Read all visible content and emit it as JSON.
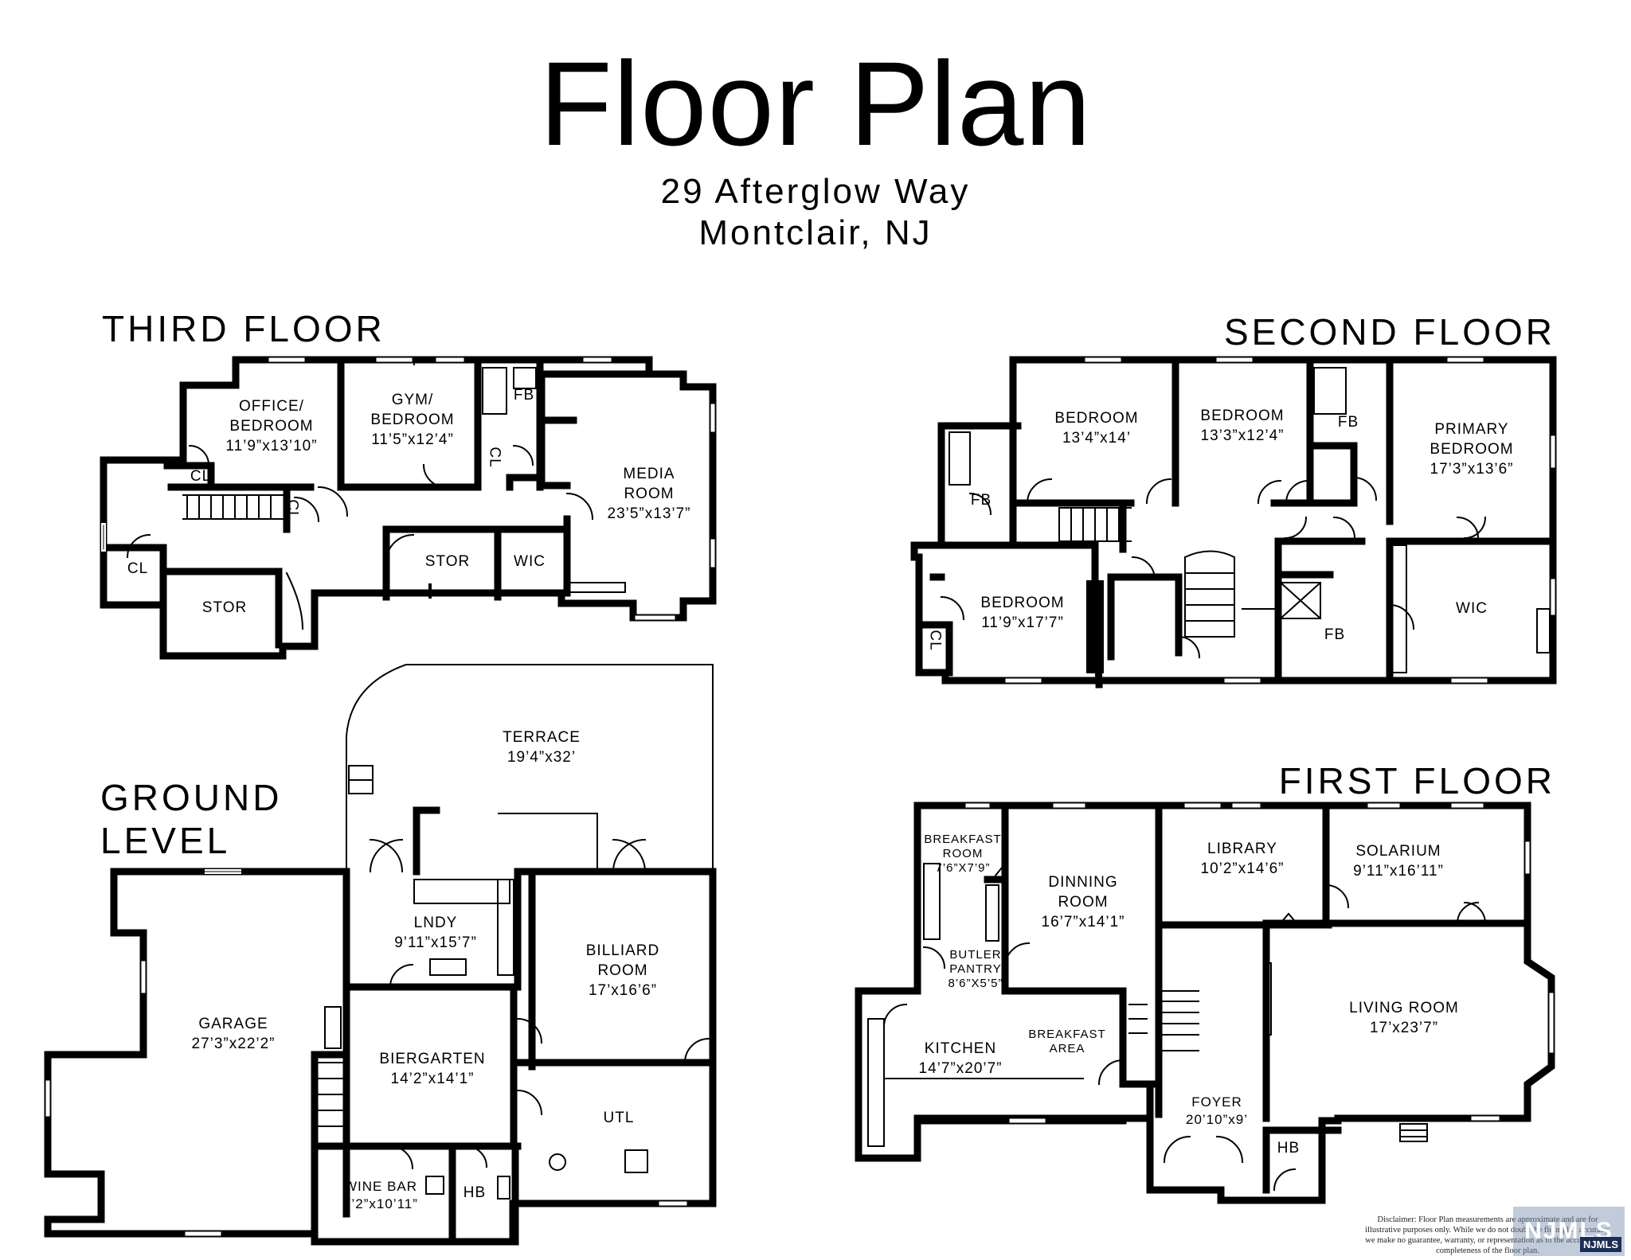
{
  "header": {
    "title": "Floor Plan",
    "address_line1": "29 Afterglow Way",
    "address_line2": "Montclair, NJ"
  },
  "floors": {
    "third": {
      "label": "THIRD FLOOR",
      "rooms": {
        "office": {
          "name": "OFFICE/\nBEDROOM",
          "size": "11’9”x13’10”"
        },
        "gym": {
          "name": "GYM/\nBEDROOM",
          "size": "11’5”x12’4”"
        },
        "fb": {
          "name": "FB"
        },
        "cl1": {
          "name": "CL"
        },
        "cl2": {
          "name": "CL"
        },
        "cl3": {
          "name": "CL"
        },
        "cl4": {
          "name": "CL"
        },
        "media": {
          "name": "MEDIA\nROOM",
          "size": "23’5”x13’7”"
        },
        "stor1": {
          "name": "STOR"
        },
        "wic": {
          "name": "WIC"
        },
        "stor2": {
          "name": "STOR"
        }
      }
    },
    "second": {
      "label": "SECOND FLOOR",
      "rooms": {
        "bedroom1": {
          "name": "BEDROOM",
          "size": "13’4”x14’"
        },
        "bedroom2": {
          "name": "BEDROOM",
          "size": "13’3”x12’4”"
        },
        "fb1": {
          "name": "FB"
        },
        "primary": {
          "name": "PRIMARY\nBEDROOM",
          "size": "17’3”x13’6”"
        },
        "fb2": {
          "name": "FB"
        },
        "bedroom3": {
          "name": "BEDROOM",
          "size": "11’9”x17’7”"
        },
        "cl": {
          "name": "CL"
        },
        "fb3": {
          "name": "FB"
        },
        "wic": {
          "name": "WIC"
        }
      }
    },
    "ground": {
      "label_line1": "GROUND",
      "label_line2": "LEVEL",
      "rooms": {
        "terrace": {
          "name": "TERRACE",
          "size": "19’4”x32’"
        },
        "lndy": {
          "name": "LNDY",
          "size": "9’11”x15’7”"
        },
        "billiard": {
          "name": "BILLIARD\nROOM",
          "size": "17’x16’6”"
        },
        "garage": {
          "name": "GARAGE",
          "size": "27’3”x22’2”"
        },
        "biergarten": {
          "name": "BIERGARTEN",
          "size": "14’2”x14’1”"
        },
        "utl": {
          "name": "UTL"
        },
        "winebar": {
          "name": "WINE BAR",
          "size": "7’2”x10’11”"
        },
        "hb": {
          "name": "HB"
        }
      }
    },
    "first": {
      "label": "FIRST FLOOR",
      "rooms": {
        "breakfast_room": {
          "name": "BREAKFAST\nROOM",
          "size": "7’6”X7’9”"
        },
        "dinning": {
          "name": "DINNING\nROOM",
          "size": "16’7”x14’1”"
        },
        "library": {
          "name": "LIBRARY",
          "size": "10’2”x14’6”"
        },
        "solarium": {
          "name": "SOLARIUM",
          "size": "9’11”x16’11”"
        },
        "butler": {
          "name": "BUTLER\nPANTRY",
          "size": "8’6”X5’5”"
        },
        "breakfast_area": {
          "name": "BREAKFAST\nAREA"
        },
        "kitchen": {
          "name": "KITCHEN",
          "size": "14’7”x20’7”"
        },
        "living": {
          "name": "LIVING ROOM",
          "size": "17’x23’7”"
        },
        "foyer": {
          "name": "FOYER",
          "size": "20’10”x9’"
        },
        "hb": {
          "name": "HB"
        }
      }
    }
  },
  "disclaimer": "Disclaimer: Floor Plan measurements are approximate and are for illustrative purposes only. While we do not doubt the floor plan accuracy, we make no guarantee, warranty, or representation as to the accuracy and completeness of the floor plan.",
  "watermark": "NJMLS",
  "watermark_tag": "NJMLS"
}
